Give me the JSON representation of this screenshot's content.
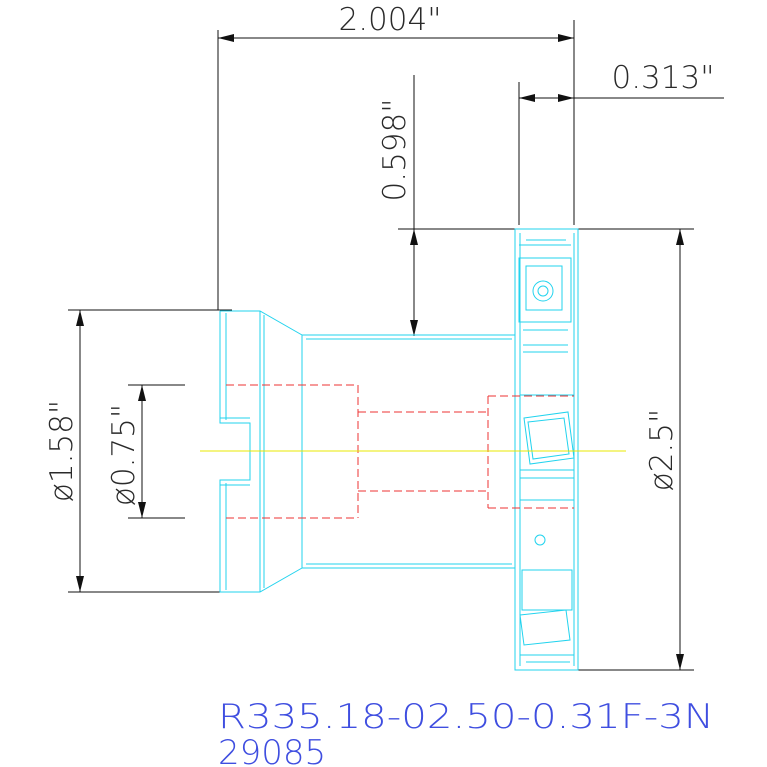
{
  "dimensions": {
    "overall_length": "2.004\"",
    "insert_offset": "0.313\"",
    "step_offset": "0.598\"",
    "shank_diameter": "ø1.58\"",
    "bore_diameter": "ø0.75\"",
    "cutter_diameter": "ø2.5\""
  },
  "title_block": {
    "part_number": "R335.18-02.50-0.31F-3N",
    "code": "29085"
  },
  "colors": {
    "part_outline": "#22d3ee",
    "hidden_lines": "#ee3333",
    "centerline": "#e8e800",
    "dimension_lines": "#111111",
    "title_text": "#3f4ee0"
  }
}
